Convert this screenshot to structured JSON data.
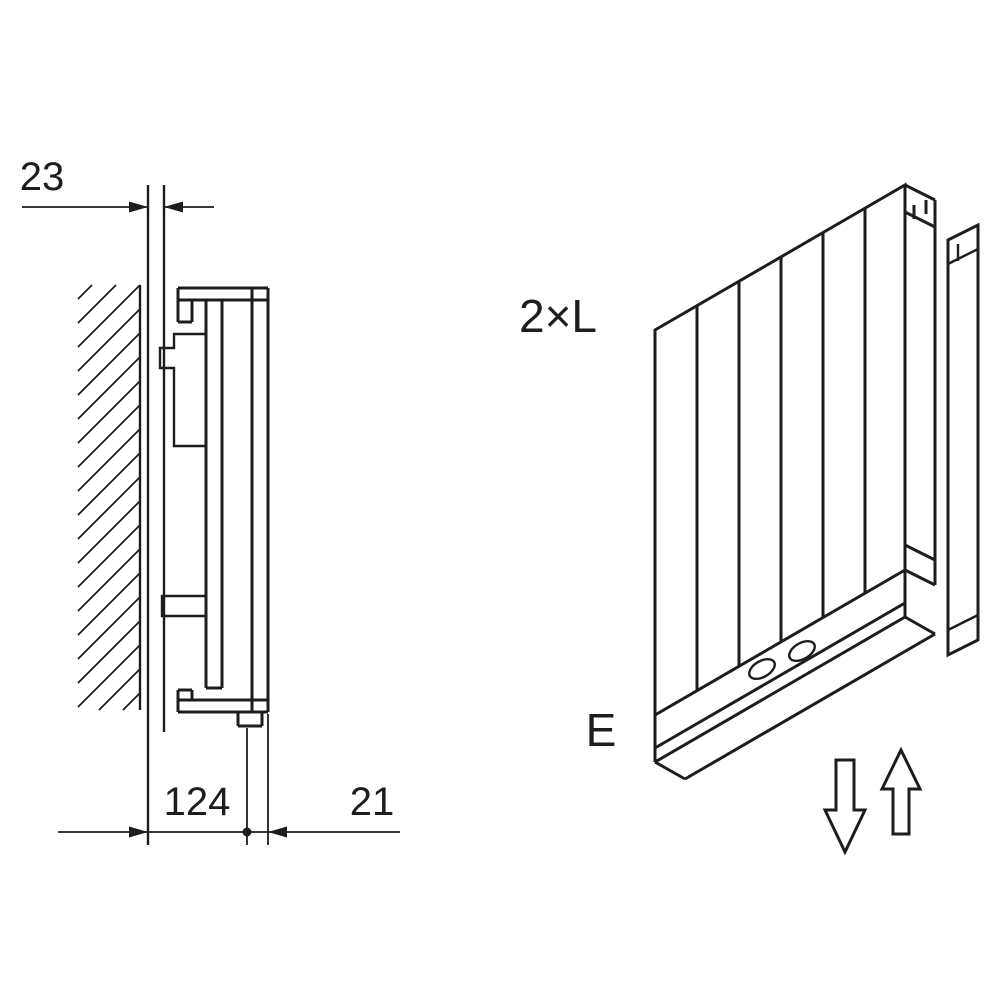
{
  "colors": {
    "background": "#ffffff",
    "line": "#1d1d1b"
  },
  "side_view": {
    "dim_wall_clearance": "23",
    "dim_depth_overall": "124",
    "dim_panel_depth": "21"
  },
  "perspective_view": {
    "label_rail_length": "2×L",
    "label_connection": "E",
    "icons": {
      "down_arrow": "block-arrow-down",
      "up_arrow": "block-arrow-up"
    }
  }
}
